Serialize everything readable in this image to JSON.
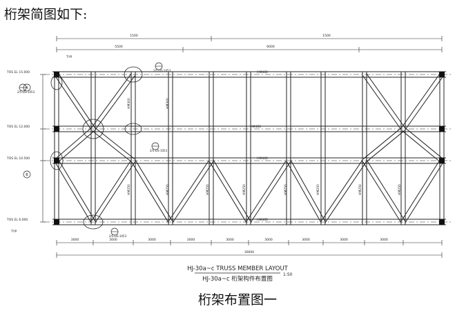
{
  "intro_text": "桁架简图如下:",
  "caption": "桁架布置图一",
  "drawing": {
    "title_en": "HJ-30a~c TRUSS MEMBER LAYOUT",
    "title_cn": "HJ-30a~c 桁架构件布置图",
    "scale": "1:50",
    "levels": [
      "TOS EL 15.000",
      "TOS EL 12.000",
      "TOS EL 10.500",
      "TOS EL 6.000"
    ],
    "chord_label": "HM400",
    "web_labels": [
      "HM300",
      "HM250"
    ],
    "dims_top": [
      "1500",
      "1500"
    ],
    "dims_span_top": [
      "5500",
      "6000"
    ],
    "dims_bottom": [
      "3000",
      "3000",
      "3000",
      "3000",
      "3000",
      "3000",
      "3000",
      "3000",
      "3000"
    ],
    "dim_overall": "30000",
    "section_refs": [
      "2/5-DS-1053",
      "2/5-DS-1053",
      "2/5-DS-1053",
      "2/5-DS-1053"
    ],
    "note_tags": [
      "TYP",
      "TYP"
    ],
    "axis_tags": [
      "A",
      "B"
    ]
  }
}
